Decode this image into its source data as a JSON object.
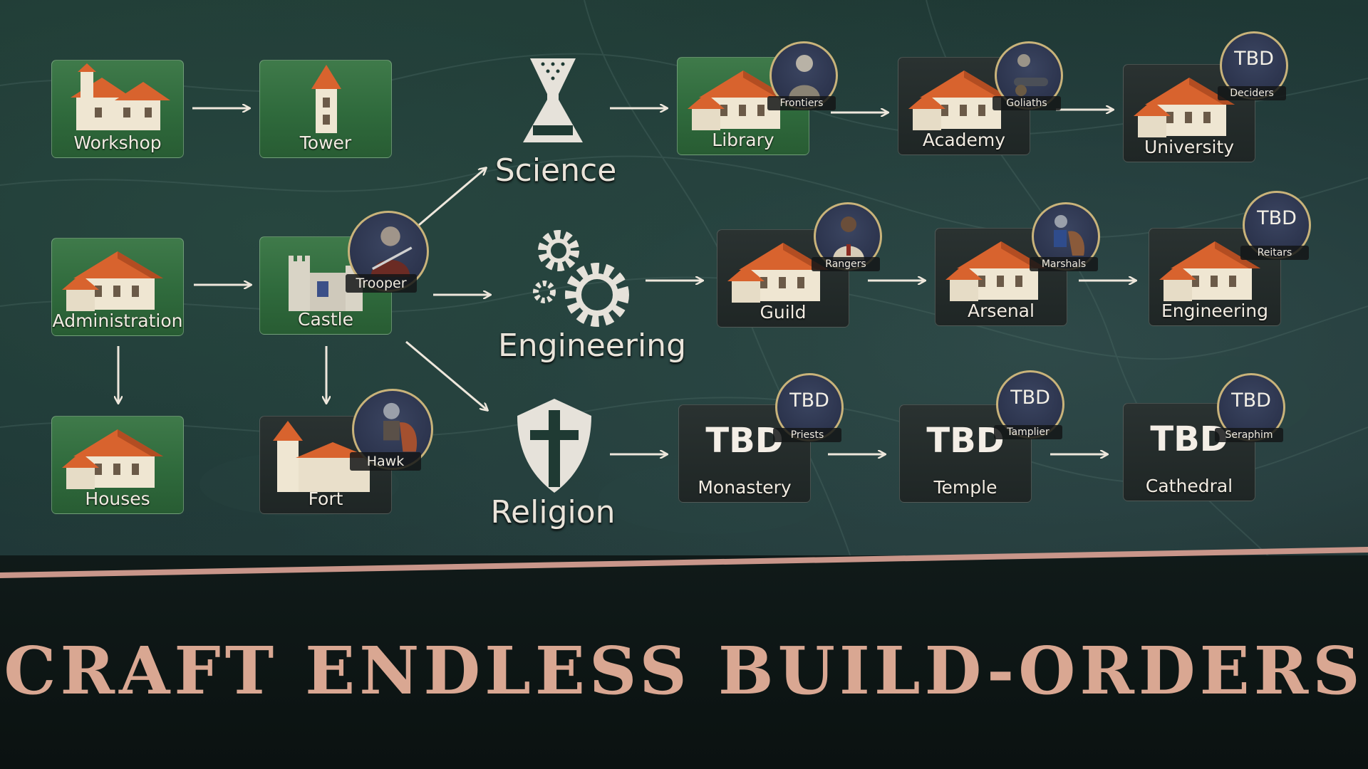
{
  "headline": "CRAFT ENDLESS BUILD-ORDERS",
  "categories": {
    "science": "Science",
    "engineering": "Engineering",
    "religion": "Religion"
  },
  "buildings": {
    "workshop": "Workshop",
    "tower": "Tower",
    "administration": "Administration",
    "castle": "Castle",
    "houses": "Houses",
    "fort": "Fort",
    "library": "Library",
    "academy": "Academy",
    "university": "University",
    "guild": "Guild",
    "arsenal": "Arsenal",
    "engineering": "Engineering",
    "monastery": "Monastery",
    "temple": "Temple",
    "cathedral": "Cathedral"
  },
  "units": {
    "trooper": "Trooper",
    "hawk": "Hawk",
    "frontiers": "Frontiers",
    "goliaths": "Goliaths",
    "deciders": "Deciders",
    "rangers": "Rangers",
    "marshals": "Marshals",
    "reitars": "Reitars",
    "priests": "Priests",
    "tamplier": "Tamplier",
    "seraphim": "Seraphim"
  },
  "tbd": "TBD",
  "colors": {
    "headline": "#d9a792",
    "divider": "#c9968a",
    "badge_ring": "#c9b37a",
    "node_green": "#2f6a3c",
    "roof_orange": "#d8632e"
  },
  "icons": {
    "science": "flask-icon",
    "engineering": "gears-icon",
    "religion": "cross-shield-icon"
  }
}
